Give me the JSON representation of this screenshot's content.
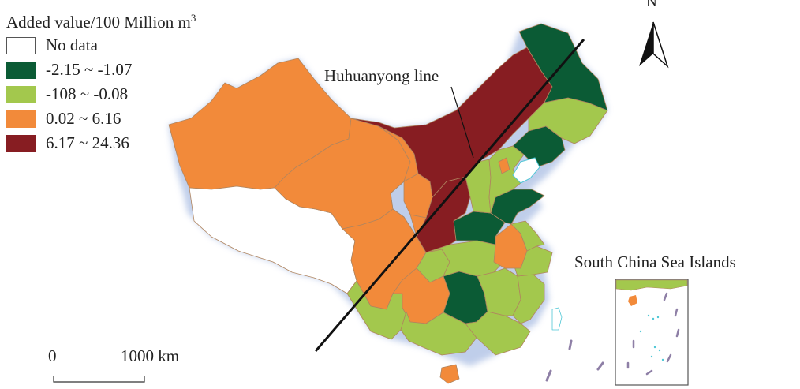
{
  "legend": {
    "title": "Added value/100 Million m",
    "title_sup": "3",
    "classes": [
      {
        "label": "No data",
        "color": "#ffffff",
        "border": "#555555"
      },
      {
        "label": "-2.15 ~ -1.07",
        "color": "#0b5b35",
        "border": "#0b5b35"
      },
      {
        "label": "-108 ~ -0.08",
        "color": "#a3c84d",
        "border": "#a3c84d"
      },
      {
        "label": "0.02 ~ 6.16",
        "color": "#f28a3a",
        "border": "#f28a3a"
      },
      {
        "label": "6.17 ~ 24.36",
        "color": "#871d22",
        "border": "#871d22"
      }
    ]
  },
  "annotations": {
    "line_label": "Huhuanyong line",
    "inset_title": "South China Sea Islands",
    "north_label": "N"
  },
  "scale_bar": {
    "start_label": "0",
    "end_label": "1000 km"
  },
  "colors": {
    "outline_glow": "#b9c9e8",
    "coast": "#4fc7d6",
    "sea": "#ffffff",
    "internal_border": "#b0855f"
  }
}
